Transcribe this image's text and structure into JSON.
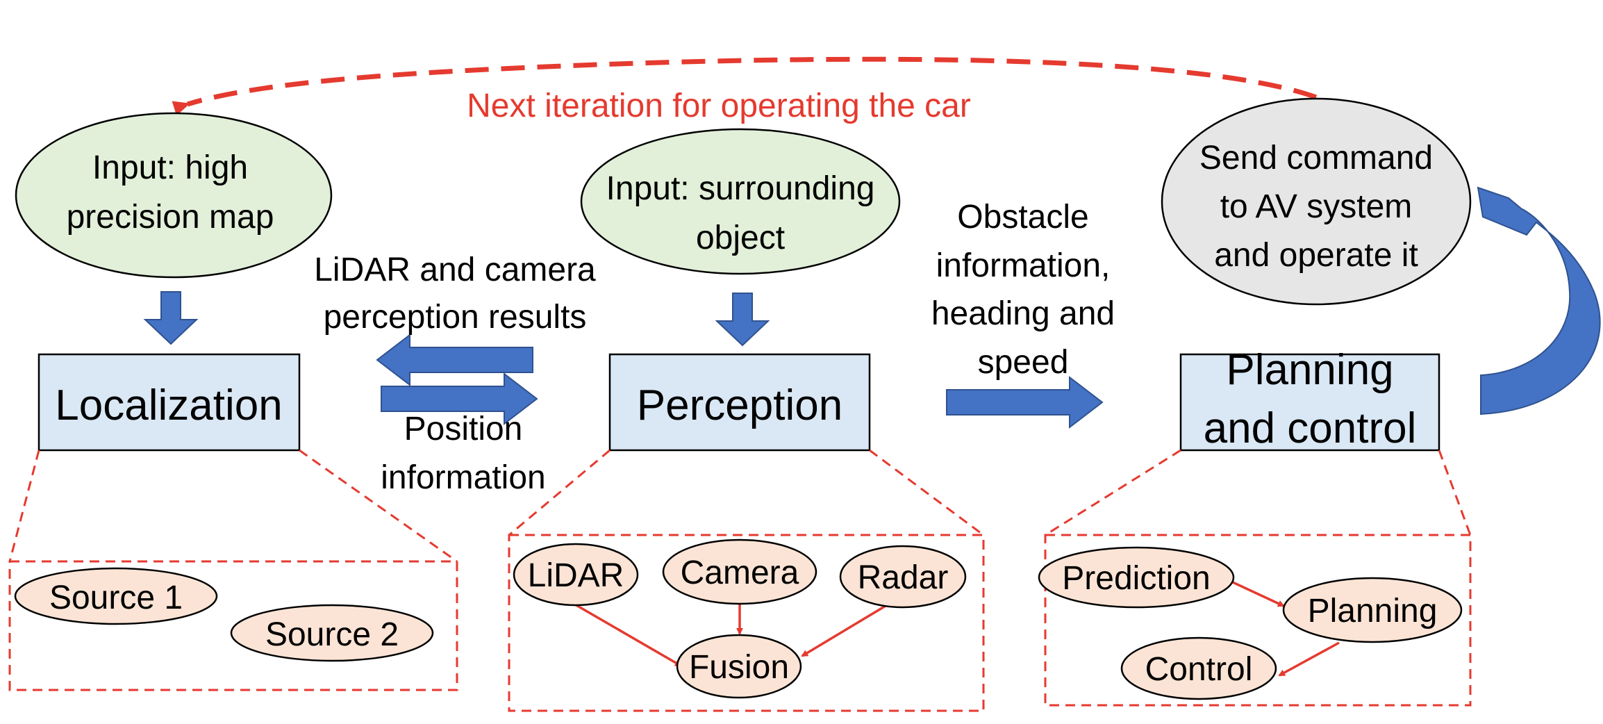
{
  "loop_label": "Next iteration for operating the car",
  "inputs": {
    "map": [
      "Input: high",
      "precision map"
    ],
    "object": [
      "Input: surrounding",
      "object"
    ]
  },
  "command": [
    "Send command",
    "to AV system",
    "and operate it"
  ],
  "modules": {
    "localization": "Localization",
    "perception": "Perception",
    "planning": [
      "Planning",
      "and control"
    ]
  },
  "edge_labels": {
    "lidar_camera": [
      "LiDAR and camera",
      "perception results"
    ],
    "position": [
      "Position",
      "information"
    ],
    "obstacle": [
      "Obstacle",
      "information,",
      "heading and",
      "speed"
    ]
  },
  "localization_detail": [
    "Source 1",
    "Source 2"
  ],
  "perception_detail": {
    "lidar": "LiDAR",
    "camera": "Camera",
    "radar": "Radar",
    "fusion": "Fusion"
  },
  "planning_detail": {
    "prediction": "Prediction",
    "planning": "Planning",
    "control": "Control"
  },
  "colors": {
    "red": "#e53a2f",
    "blue_arrow": "#4472c4",
    "box_fill": "#dae8f5",
    "input_fill": "#e2efd9",
    "command_fill": "#e6e6e6",
    "node_fill": "#fbe4d5"
  }
}
